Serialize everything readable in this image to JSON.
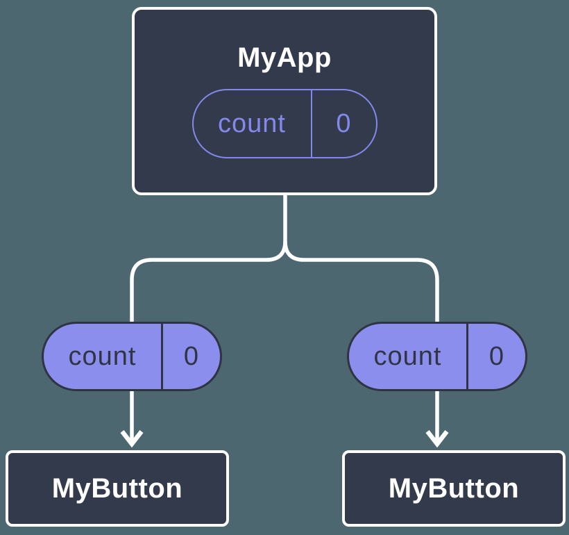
{
  "diagram": {
    "kind": "component-props-tree",
    "colors": {
      "background": "#4C6770",
      "node_fill": "#333A4B",
      "node_border": "#FFFFFF",
      "node_text": "#FFFFFF",
      "accent_purple": "#8588EB",
      "pill_fill": "#8B8EEC",
      "pill_outline_dark": "#2E3441",
      "pill_text_dark": "#2F3545",
      "connector": "#FFFFFF"
    },
    "root": {
      "title": "MyApp",
      "prop": {
        "name": "count",
        "value": "0"
      }
    },
    "children": [
      {
        "title": "MyButton",
        "prop": {
          "name": "count",
          "value": "0"
        }
      },
      {
        "title": "MyButton",
        "prop": {
          "name": "count",
          "value": "0"
        }
      }
    ]
  }
}
